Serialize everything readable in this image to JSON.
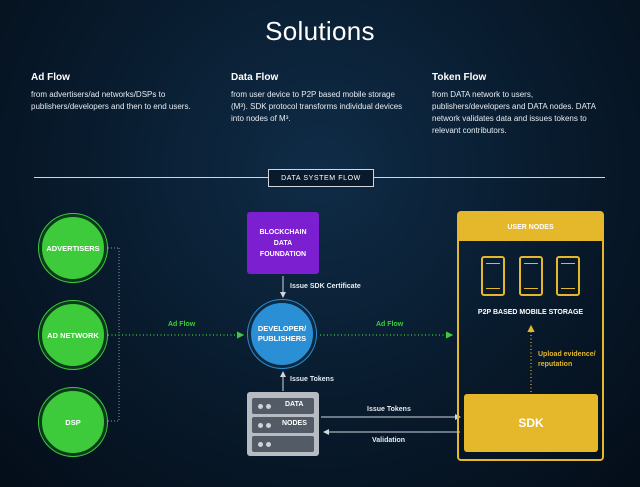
{
  "title": "Solutions",
  "columns": [
    {
      "heading": "Ad Flow",
      "text": "from advertisers/ad networks/DSPs to publishers/developers and then to end users."
    },
    {
      "heading": "Data Flow",
      "text": "from user device to P2P based mobile storage (M³). SDK protocol transforms individual devices into nodes of M³."
    },
    {
      "heading": "Token Flow",
      "text": "from DATA network to users, publishers/developers and DATA nodes. DATA network validates data and issues tokens to relevant contributors."
    }
  ],
  "flow_label": "DATA SYSTEM FLOW",
  "nodes": {
    "advertisers": "ADVERTISERS",
    "ad_network": "AD NETWORK",
    "dsp": "DSP",
    "blockchain": "BLOCKCHAIN DATA FOUNDATION",
    "developer": "DEVELOPER/ PUBLISHERS",
    "user_nodes": "USER NODES",
    "storage": "P2P BASED MOBILE STORAGE",
    "sdk": "SDK",
    "data": "DATA",
    "nodes": "NODES"
  },
  "edges": {
    "ad_flow_left": "Ad Flow",
    "ad_flow_right": "Ad Flow",
    "issue_cert": "Issue SDK Certificate",
    "issue_tokens_up": "Issue Tokens",
    "issue_tokens_right": "Issue Tokens",
    "validation": "Validation",
    "upload": "Upload evidence/ reputation"
  },
  "colors": {
    "green": "#3ecb3b",
    "blue": "#2b8fd6",
    "purple": "#7c1fd1",
    "yellow": "#e5b72a",
    "gray": "#b7bcc3"
  }
}
